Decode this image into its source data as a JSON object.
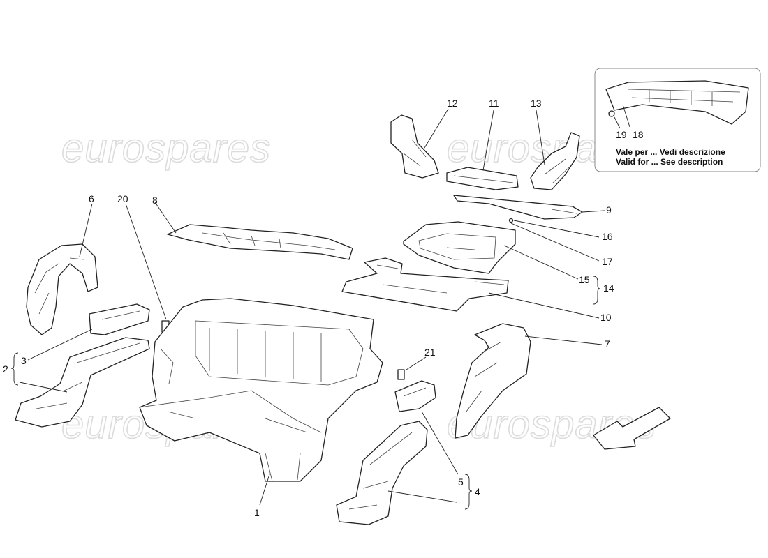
{
  "watermark": "eurospares",
  "callouts": {
    "c1": "1",
    "c2": "2",
    "c3": "3",
    "c4": "4",
    "c5": "5",
    "c6": "6",
    "c7": "7",
    "c8": "8",
    "c9": "9",
    "c10": "10",
    "c11": "11",
    "c12": "12",
    "c13": "13",
    "c14": "14",
    "c15": "15",
    "c16": "16",
    "c17": "17",
    "c18": "18",
    "c19": "19",
    "c20": "20",
    "c21": "21"
  },
  "inset": {
    "note_it": "Vale per ... Vedi descrizione",
    "note_en": "Valid for ... See description"
  }
}
